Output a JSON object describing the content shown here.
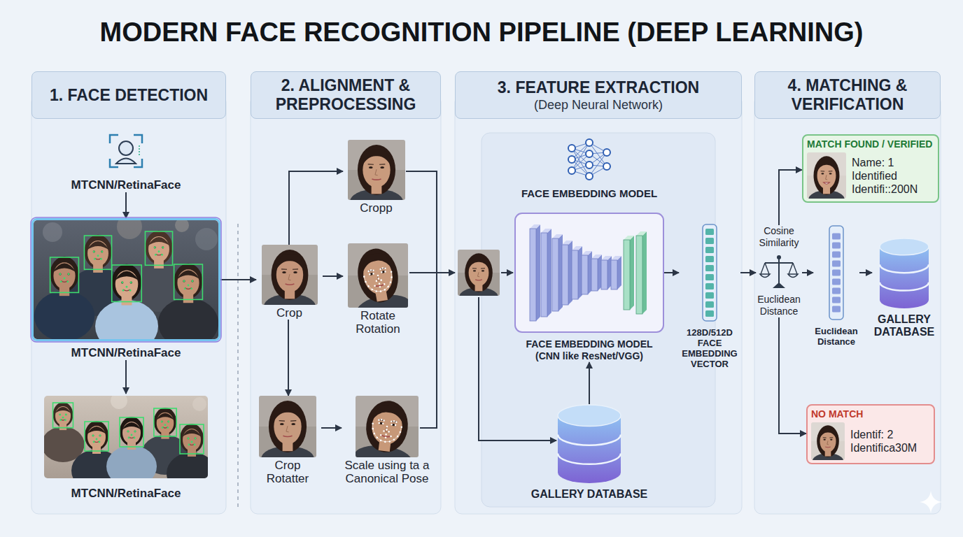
{
  "diagram": {
    "title": "MODERN FACE RECOGNITION PIPELINE (DEEP LEARNING)",
    "nodes": [
      {
        "text": [
          "1. FACE DETECTION"
        ]
      },
      {
        "text": [
          "MTCNN/RetinaFace"
        ],
        "in": 0
      },
      {
        "text": [
          "MTCNN/RetinaFace"
        ],
        "in": 0
      },
      {
        "text": [
          "MTCNN/RetinaFace"
        ],
        "in": 0
      },
      {
        "text": [
          "2. ALIGNMENT & PREPROCESSING"
        ]
      },
      {
        "text": [
          "Cropp"
        ],
        "in": 4
      },
      {
        "text": [
          "Crop"
        ],
        "in": 4
      },
      {
        "text": [
          "Rotate Rotation"
        ],
        "in": 4
      },
      {
        "text": [
          "Crop Rotatter"
        ],
        "in": 4
      },
      {
        "text": [
          "Scale using ta a Canonical Pose"
        ],
        "in": 4
      },
      {
        "text": [
          "3. FEATURE EXTRACTION",
          "(Deep Neural Network)"
        ]
      },
      {
        "text": [
          "FACE EMBEDDING MODEL",
          "FACE EMBEDDING MODEL (CNN like ResNet/VGG)"
        ],
        "in": 10
      },
      {
        "text": [
          "GALLERY DATABASE"
        ],
        "in": 10
      },
      {
        "text": [
          "128D/512D FACE EMBEDDING VECTOR"
        ],
        "in": 10
      },
      {
        "text": [
          "4. MATCHING & VERIFICATION"
        ]
      },
      {
        "text": [
          "Cosine Similarity",
          "Euclidean Distance"
        ],
        "in": 14
      },
      {
        "text": [
          "Euclidean Distance"
        ],
        "in": 14
      },
      {
        "text": [
          "GALLERY DATABASE"
        ],
        "in": 14
      },
      {
        "text": [
          "MATCH FOUND / VERIFIED",
          "Name: 1 Identified Identifi::200N"
        ],
        "in": 14
      },
      {
        "text": [
          "NO MATCH",
          "Identif: 2 Identifica30M"
        ],
        "in": 14
      }
    ],
    "edges": [
      {
        "from": 1,
        "to": 2,
        "arrow": "to"
      },
      {
        "from": 2,
        "to": 3,
        "arrow": "to"
      },
      {
        "from": 2,
        "to": 6,
        "arrow": "to"
      },
      {
        "from": 6,
        "to": 5,
        "arrow": "to"
      },
      {
        "from": 6,
        "to": 7,
        "arrow": "to"
      },
      {
        "from": 6,
        "to": 8,
        "arrow": "to"
      },
      {
        "from": 8,
        "to": 9,
        "arrow": "to"
      },
      {
        "from": 12,
        "to": 11,
        "arrow": "to"
      },
      {
        "from": 11,
        "to": 13,
        "arrow": "to"
      },
      {
        "from": 13,
        "to": 15,
        "arrow": "to"
      },
      {
        "from": 15,
        "to": 18,
        "arrow": "to"
      },
      {
        "from": 15,
        "to": 16,
        "arrow": "to"
      },
      {
        "from": 16,
        "to": 17,
        "arrow": "to"
      },
      {
        "from": 15,
        "to": 19,
        "arrow": "to"
      }
    ]
  }
}
